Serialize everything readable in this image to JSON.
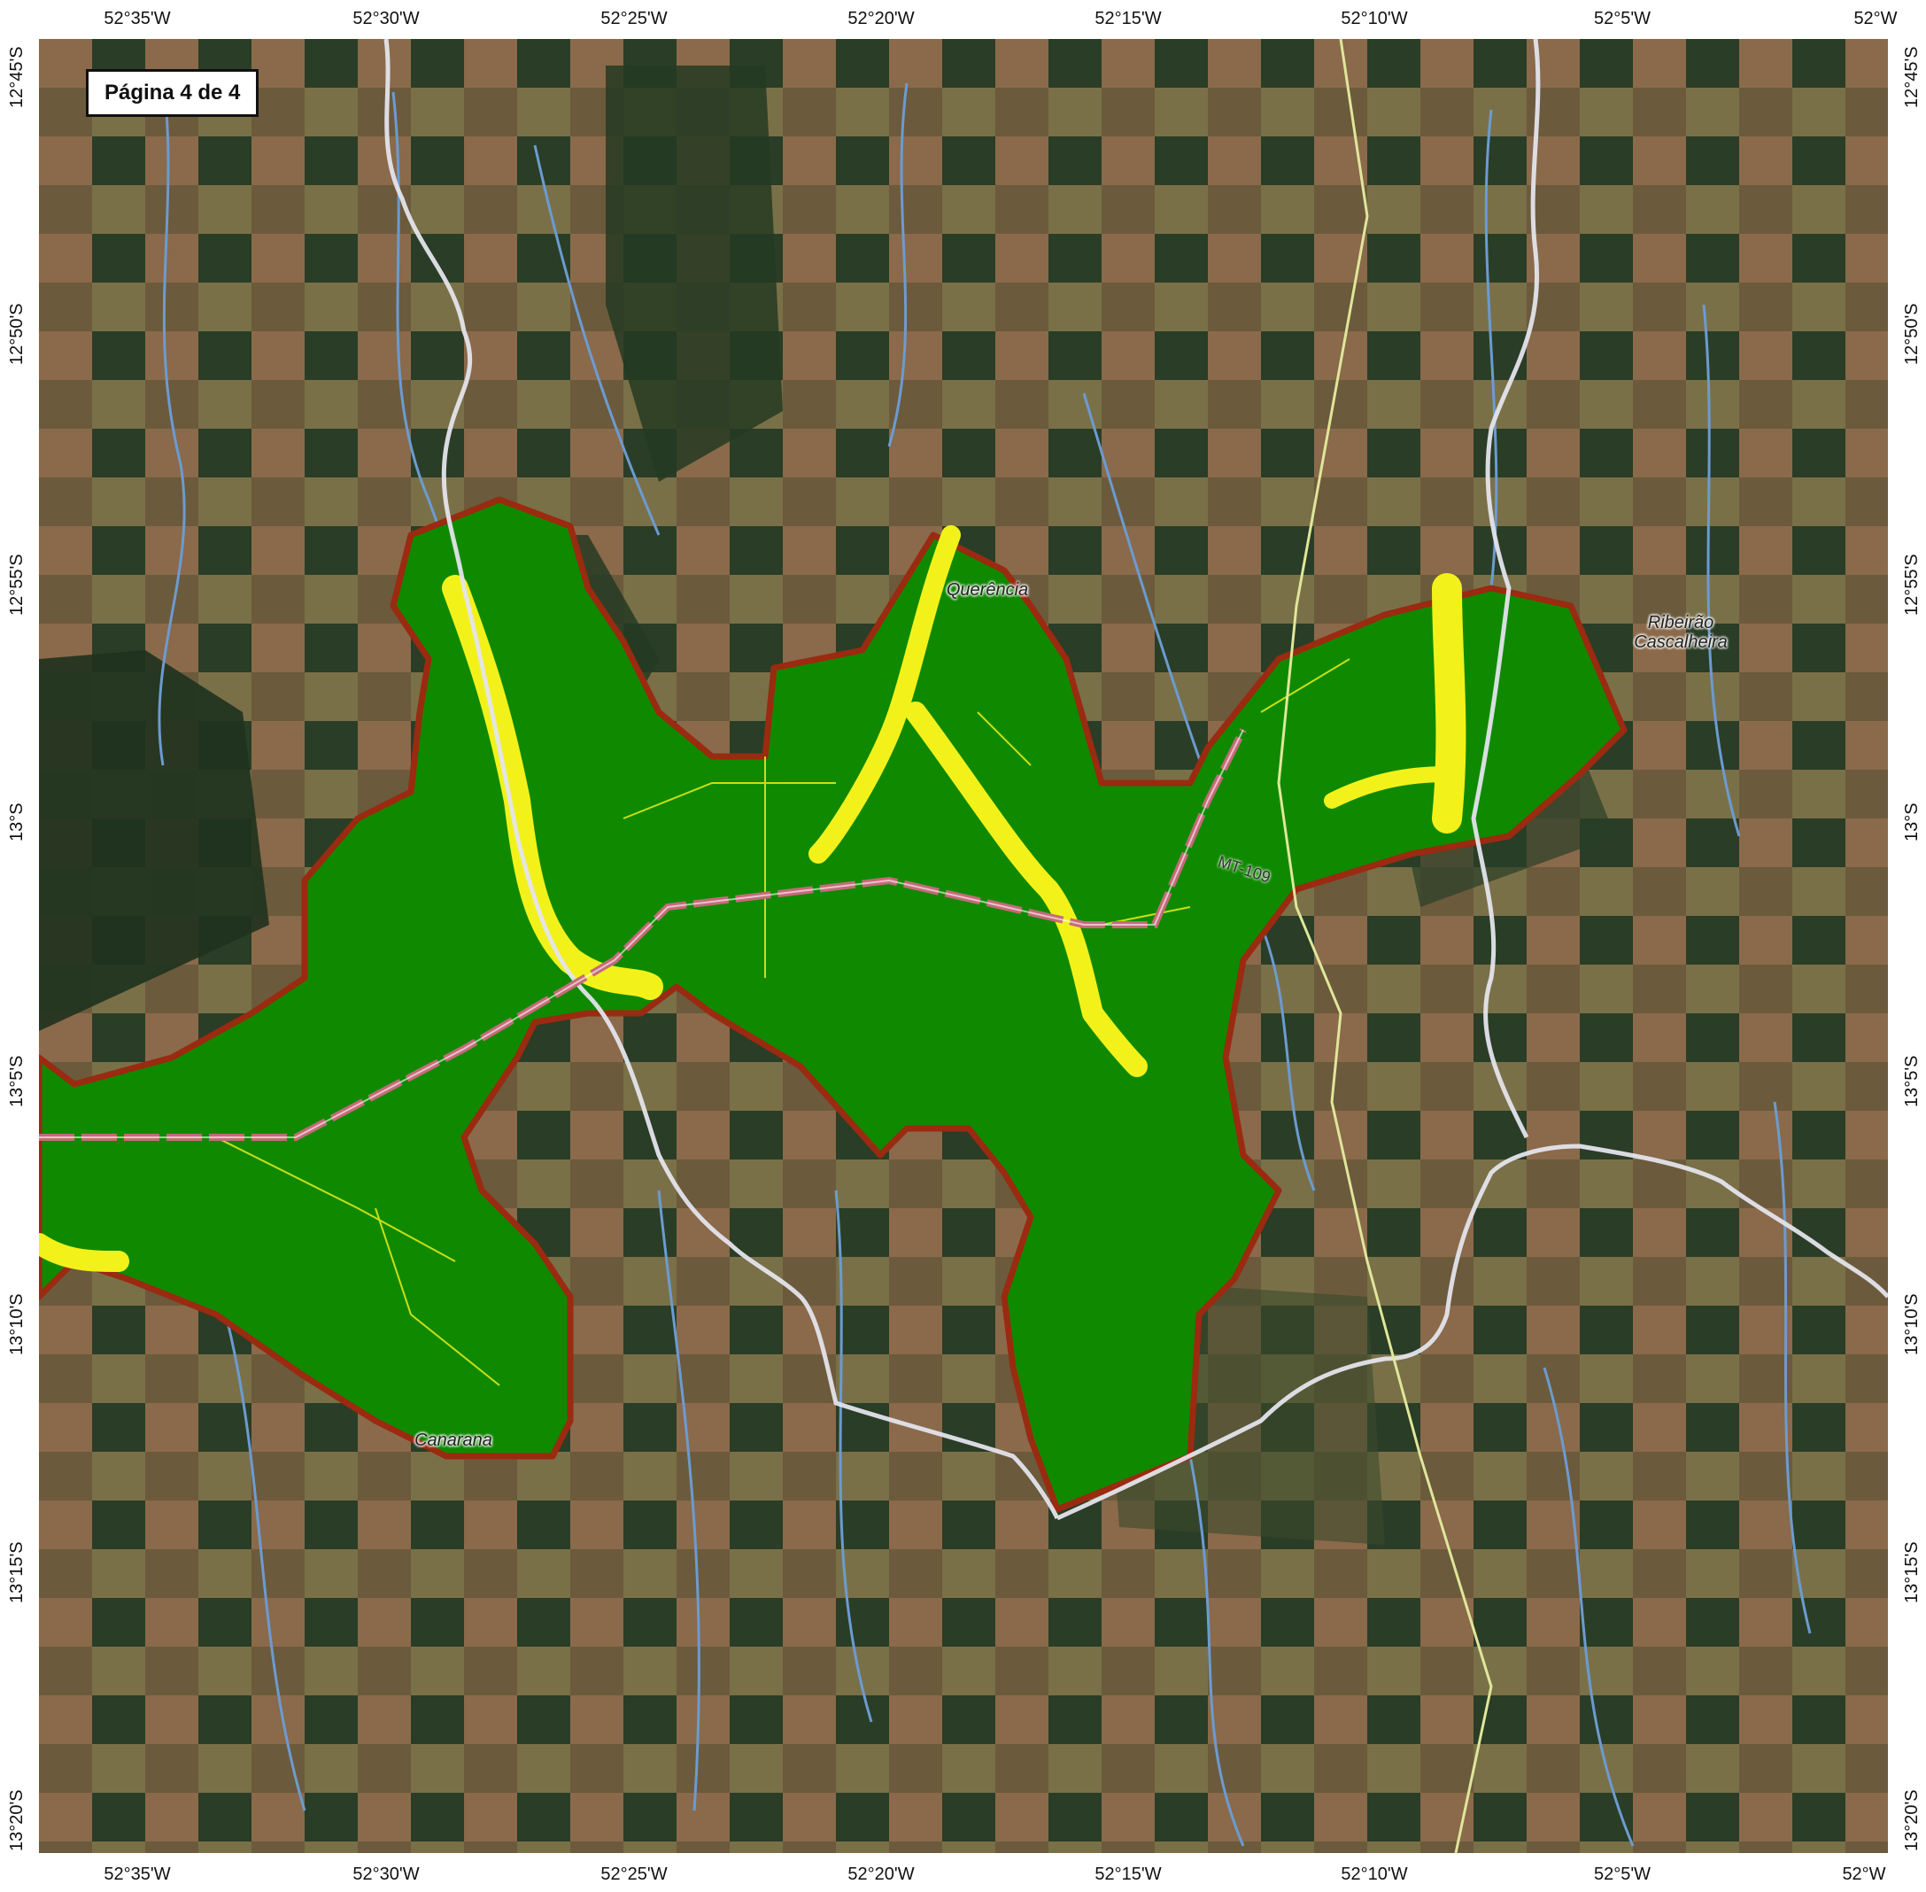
{
  "map": {
    "page_label": "Página 4 de 4",
    "top_ticks": [
      "52°35'W",
      "52°30'W",
      "52°25'W",
      "52°20'W",
      "52°15'W",
      "52°10'W",
      "52°5'W",
      "52°W"
    ],
    "bottom_ticks": [
      "52°35'W",
      "52°30'W",
      "52°25'W",
      "52°20'W",
      "52°15'W",
      "52°10'W",
      "52°5'W",
      "52°W"
    ],
    "left_ticks": [
      "12°45'S",
      "12°50'S",
      "12°55'S",
      "13°S",
      "13°5'S",
      "13°10'S",
      "13°15'S",
      "13°20'S"
    ],
    "right_ticks": [
      "12°45'S",
      "12°50'S",
      "12°55'S",
      "13°S",
      "13°5'S",
      "13°10'S",
      "13°15'S",
      "13°20'S"
    ],
    "places": {
      "querencia": "Querência",
      "ribeirao_line1": "Ribeirão",
      "ribeirao_line2": "Cascalheira",
      "canarana": "Canarana"
    },
    "road_label": "MT-109",
    "colors": {
      "zone_green": "#0f8a00",
      "zone_yellow": "#f2f21a",
      "zone_outline": "#9a2a10",
      "rivers": "#6c9bd0",
      "admin_boundary": "#e4e4ec",
      "road": "#c56a7a",
      "highway_line": "#e0e69a",
      "forest": "#223a22",
      "farmland": "#7d6a4a"
    },
    "icons": [
      "satellite-basemap",
      "river-network",
      "municipal-boundary",
      "highway"
    ]
  }
}
